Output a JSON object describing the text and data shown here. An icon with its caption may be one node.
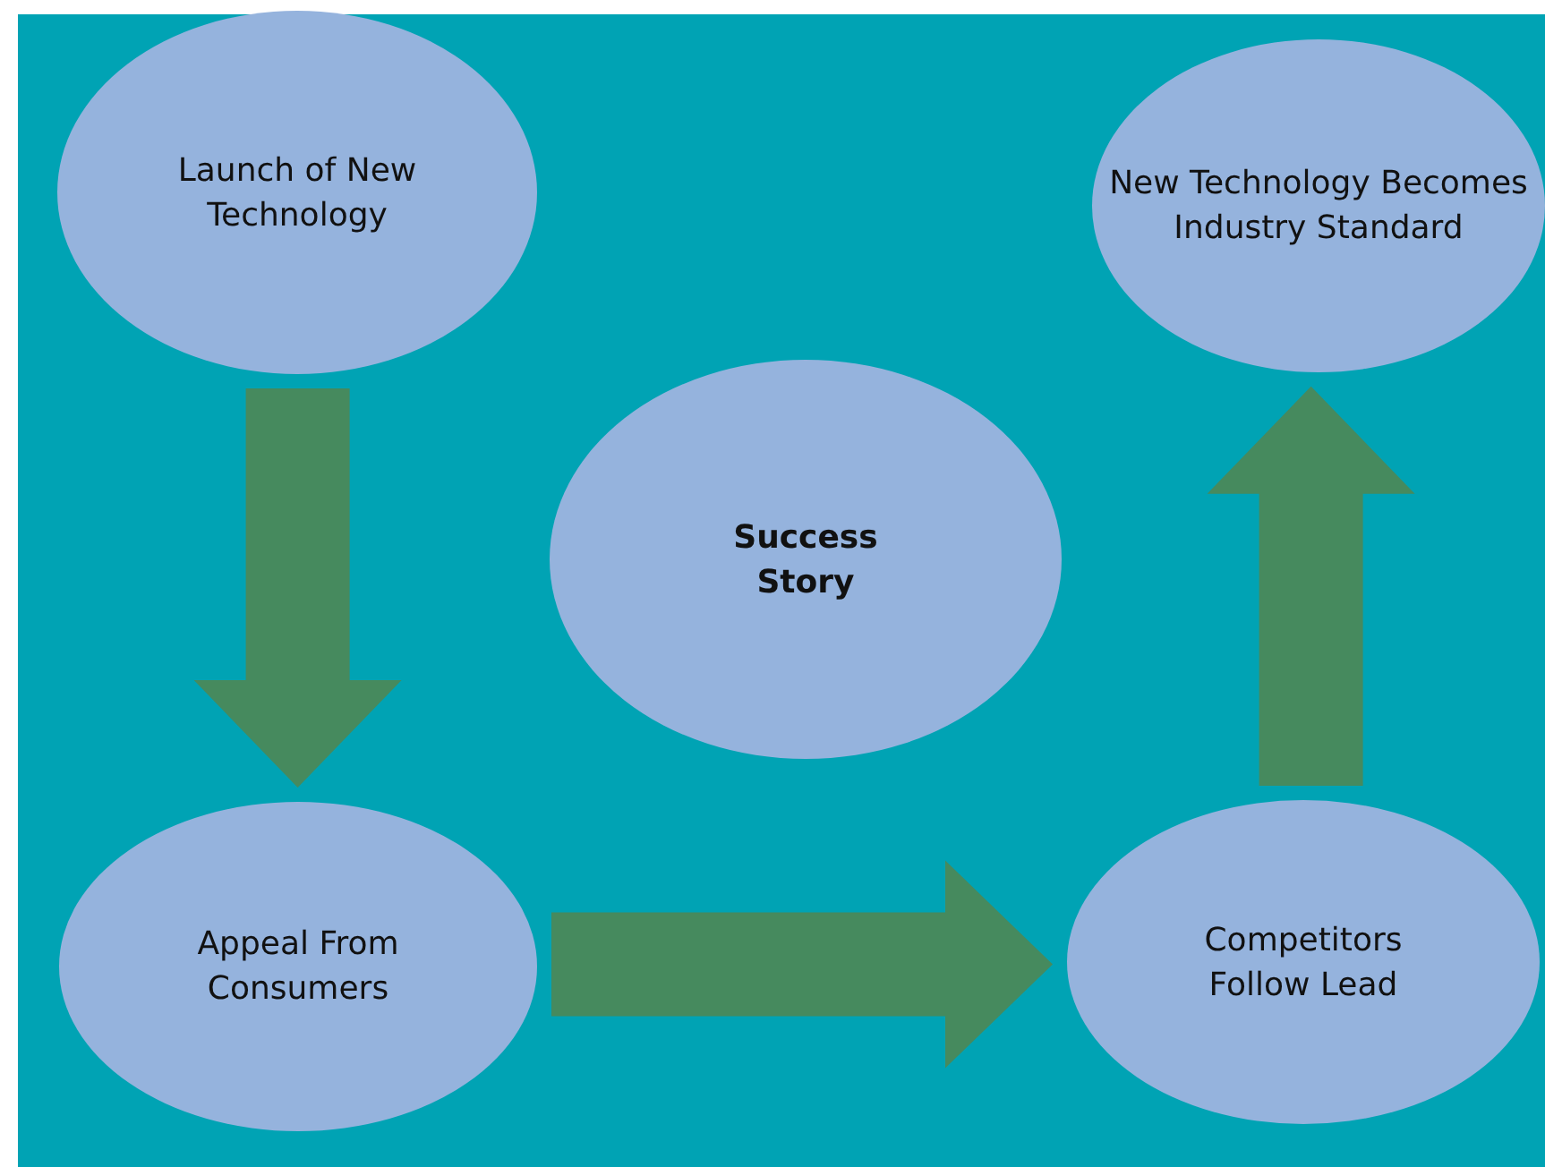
{
  "diagram": {
    "nodes": [
      {
        "text": [
          "Launch of New Technology"
        ]
      },
      {
        "text": [
          "New Technology Becomes Industry Standard"
        ]
      },
      {
        "text": [
          "Success Story"
        ]
      },
      {
        "text": [
          "Appeal From Consumers"
        ]
      },
      {
        "text": [
          "Competitors Follow Lead"
        ]
      }
    ],
    "edges": [
      {
        "from": 0,
        "to": 3,
        "arrow": "to"
      },
      {
        "from": 3,
        "to": 4,
        "arrow": "to"
      },
      {
        "from": 4,
        "to": 1,
        "arrow": "to"
      }
    ]
  }
}
